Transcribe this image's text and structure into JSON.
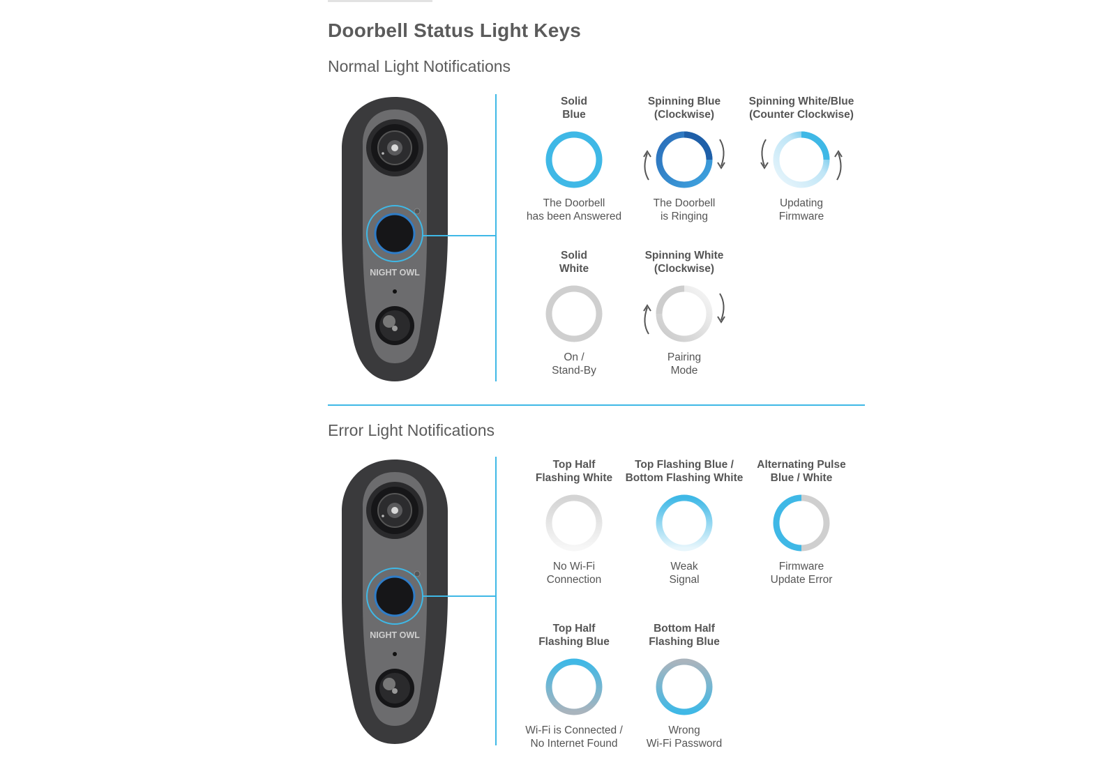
{
  "page": {
    "title": "Doorbell Status Light Keys"
  },
  "device": {
    "brand": "NIGHT OWL"
  },
  "colors": {
    "accent_blue": "#3fb8e6",
    "deep_blue": "#2f7cc6",
    "ring_grey": "#cfcfcf",
    "slate_grey": "#a9b4bd",
    "body_dark": "#3a3a3c",
    "panel_grey": "#6c6c6e"
  },
  "sections": {
    "normal": {
      "title": "Normal Light Notifications",
      "keys": [
        {
          "label": "Solid\nBlue",
          "desc": "The Doorbell\nhas been Answered",
          "ring": "solid-blue"
        },
        {
          "label": "Spinning Blue\n(Clockwise)",
          "desc": "The Doorbell\nis Ringing",
          "ring": "spinning-blue"
        },
        {
          "label": "Spinning White/Blue\n(Counter Clockwise)",
          "desc": "Updating\nFirmware",
          "ring": "spinning-white-blue"
        },
        {
          "label": "Solid\nWhite",
          "desc": "On /\nStand-By",
          "ring": "solid-white"
        },
        {
          "label": "Spinning White\n(Clockwise)",
          "desc": "Pairing\nMode",
          "ring": "spinning-white"
        }
      ]
    },
    "error": {
      "title": "Error Light Notifications",
      "keys": [
        {
          "label": "Top Half\nFlashing White",
          "desc": "No Wi-Fi\nConnection",
          "ring": "top-half-white"
        },
        {
          "label": "Top Flashing Blue /\nBottom Flashing White",
          "desc": "Weak\nSignal",
          "ring": "top-blue-bottom-white"
        },
        {
          "label": "Alternating Pulse\nBlue / White",
          "desc": "Firmware\nUpdate Error",
          "ring": "alternating-blue-white"
        },
        {
          "label": "Top Half\nFlashing Blue",
          "desc": "Wi-Fi is Connected /\nNo Internet Found",
          "ring": "top-half-blue"
        },
        {
          "label": "Bottom Half\nFlashing Blue",
          "desc": "Wrong\nWi-Fi Password",
          "ring": "bottom-half-blue"
        }
      ]
    }
  }
}
